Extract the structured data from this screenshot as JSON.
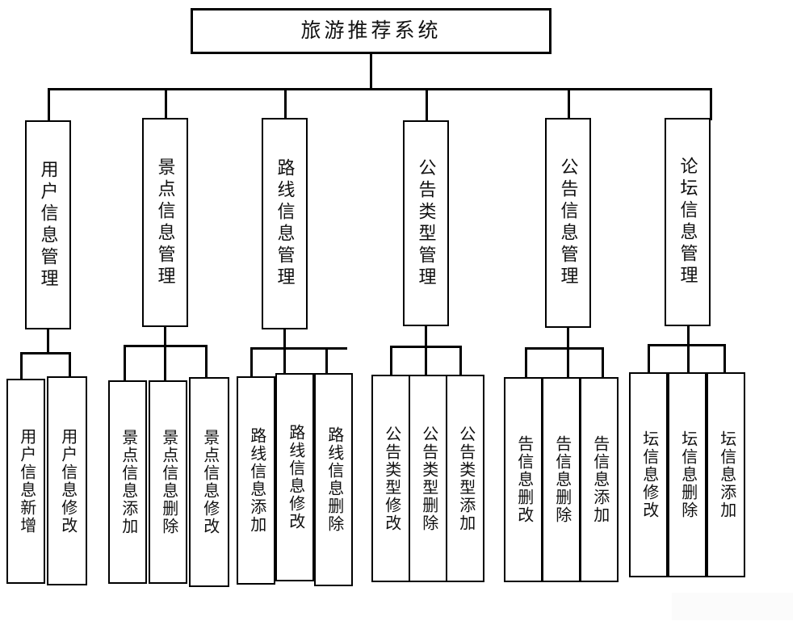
{
  "diagram": {
    "title": "旅游推荐系统",
    "type": "system-function-hierarchy",
    "root": {
      "label": "旅游推荐系统"
    },
    "modules": [
      {
        "id": "user",
        "label": "用户信息管理",
        "children": [
          {
            "label": "用户信息新增"
          },
          {
            "label": "用户信息修改"
          }
        ]
      },
      {
        "id": "spot",
        "label": "景点信息管理",
        "children": [
          {
            "label": "景点信息添加"
          },
          {
            "label": "景点信息删除"
          },
          {
            "label": "景点信息修改"
          }
        ]
      },
      {
        "id": "route",
        "label": "路线信息管理",
        "children": [
          {
            "label": "路线信息添加"
          },
          {
            "label": "路线信息修改"
          },
          {
            "label": "路线信息删除"
          }
        ]
      },
      {
        "id": "notice-type",
        "label": "公告类型管理",
        "children": [
          {
            "label": "公告类型修改"
          },
          {
            "label": "公告类型删除"
          },
          {
            "label": "公告类型添加"
          }
        ]
      },
      {
        "id": "notice-info",
        "label": "公告信息管理",
        "children": [
          {
            "label": "告信息删改"
          },
          {
            "label": "告信息删除"
          },
          {
            "label": "告信息添加"
          }
        ]
      },
      {
        "id": "forum",
        "label": "论坛信息管理",
        "children": [
          {
            "label": "坛信息修改"
          },
          {
            "label": "坛信息删除"
          },
          {
            "label": "坛信息添加"
          }
        ]
      }
    ]
  },
  "style": {
    "stroke": "#000000",
    "background": "#ffffff",
    "text": "#111111"
  }
}
